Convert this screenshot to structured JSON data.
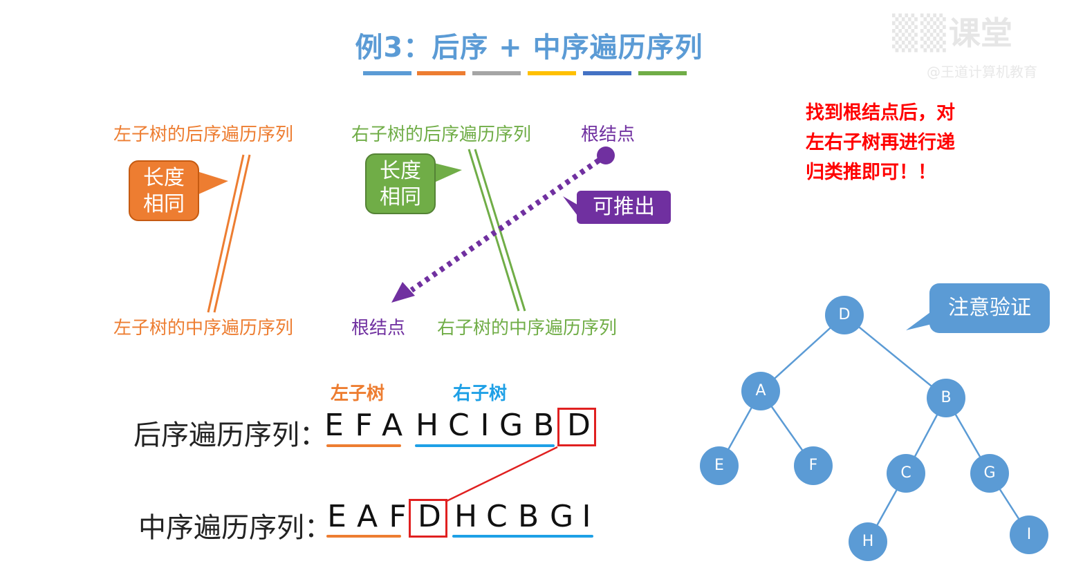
{
  "title": "例3：后序 + 中序遍历序列",
  "title_bar_colors": [
    "#5b9bd5",
    "#ed7d31",
    "#a5a5a5",
    "#ffc000",
    "#4472c4",
    "#70ad47"
  ],
  "diagram": {
    "top_left_label": "左子树的后序遍历序列",
    "top_middle_label": "右子树的后序遍历序列",
    "top_right_label": "根结点",
    "bottom_left_label": "左子树的中序遍历序列",
    "bottom_middle_label": "根结点",
    "bottom_right_label": "右子树的中序遍历序列",
    "bubble_orange": [
      "长度",
      "相同"
    ],
    "bubble_green": [
      "长度",
      "相同"
    ],
    "bubble_purple": "可推出"
  },
  "note": [
    "找到根结点后，对",
    "左右子树再进行递",
    "归类推即可！！"
  ],
  "sequence": {
    "left_tag": "左子树",
    "right_tag": "右子树",
    "postorder_label": "后序遍历序列：",
    "postorder": [
      "E",
      "F",
      "A",
      "H",
      "C",
      "I",
      "G",
      "B",
      "D"
    ],
    "inorder_label": "中序遍历序列：",
    "inorder": [
      "E",
      "A",
      "F",
      "D",
      "H",
      "C",
      "B",
      "G",
      "I"
    ]
  },
  "tree": {
    "callout": "注意验证",
    "nodes": [
      "D",
      "A",
      "B",
      "E",
      "F",
      "C",
      "G",
      "H",
      "I"
    ]
  },
  "watermark": {
    "brand": "课堂",
    "sub": "@王道计算机教育"
  },
  "colors": {
    "orange": "#ed7d31",
    "green": "#70ad47",
    "purple": "#7030a0",
    "blue": "#5b9bd5",
    "red": "#e02020",
    "highlight_blue": "#1ea0e6"
  }
}
